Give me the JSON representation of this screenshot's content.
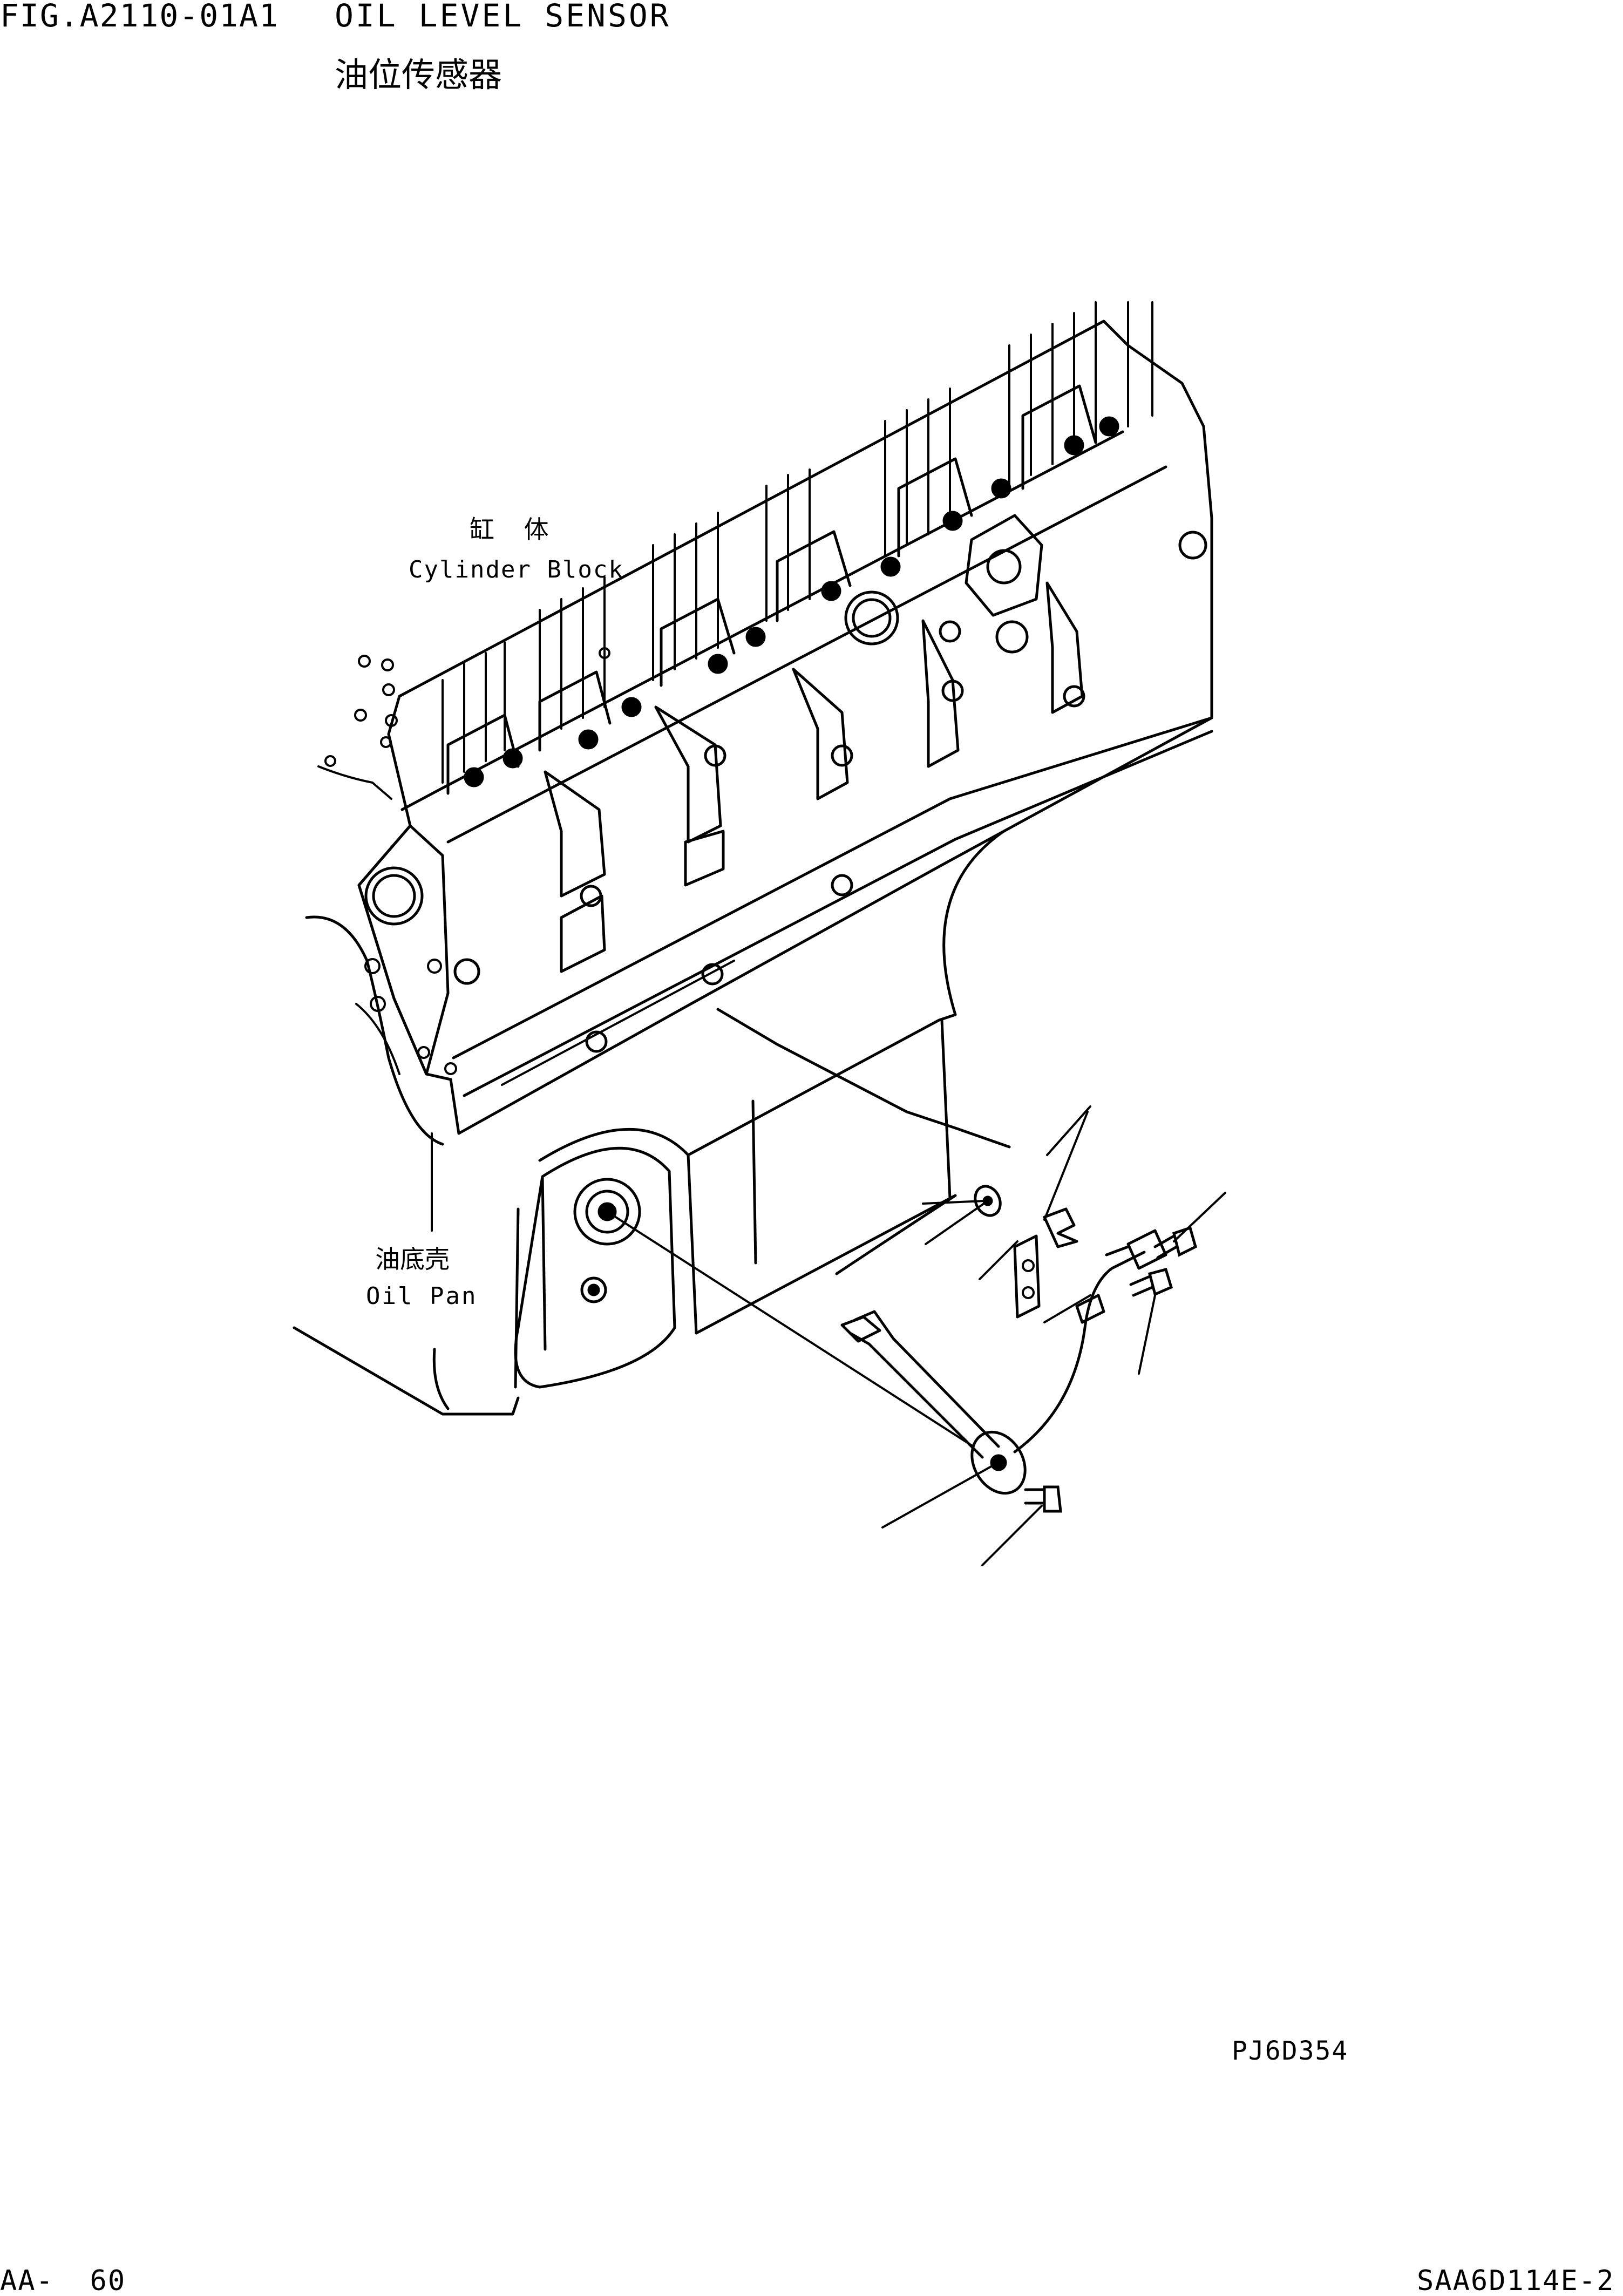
{
  "header": {
    "figure_code": "FIG.A2110-01A1",
    "title_en": "OIL LEVEL SENSOR",
    "title_cn": "油位传感器"
  },
  "labels": {
    "cylinder_block_cn": "缸 体",
    "cylinder_block_en": "Cylinder Block",
    "oil_pan_cn": "油底壳",
    "oil_pan_en": "Oil Pan"
  },
  "footer": {
    "drawing_code": "PJ6D354",
    "page_number": "AA-  60",
    "model_code": "SAA6D114E-2"
  }
}
